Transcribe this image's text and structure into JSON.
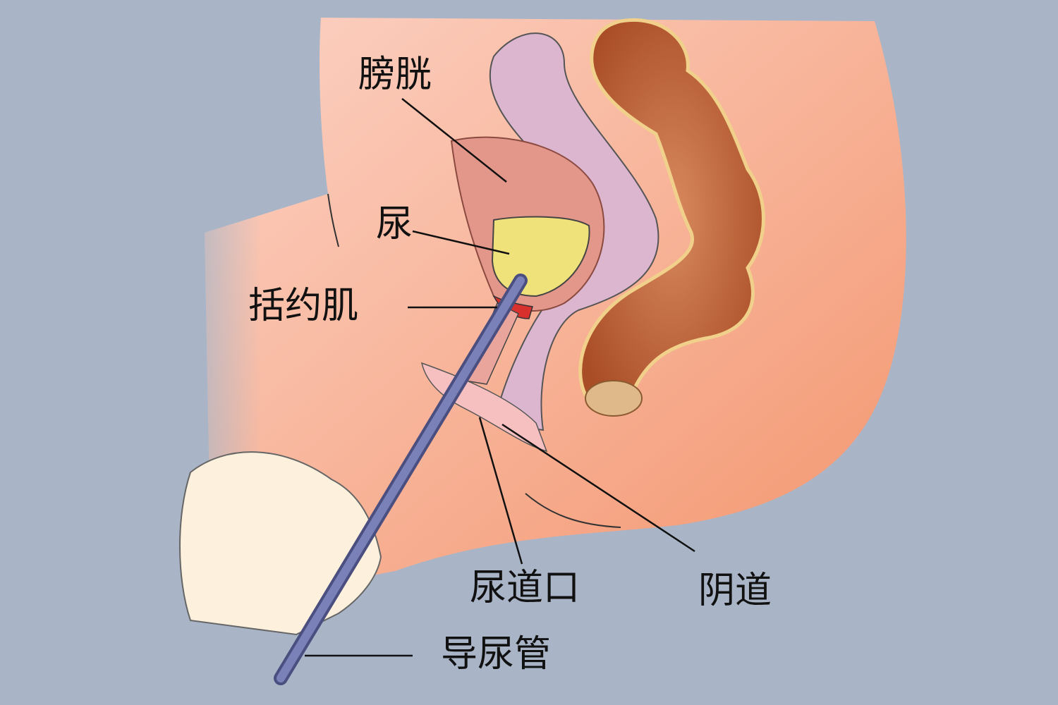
{
  "labels": {
    "bladder": "膀胱",
    "urine": "尿",
    "sphincter": "括约肌",
    "urethral_opening": "尿道口",
    "vagina": "阴道",
    "catheter": "导尿管"
  },
  "colors": {
    "background": "#a9b5c7",
    "skin": "#f5a585",
    "bladder": "#e3968a",
    "urine": "#f0e27a",
    "uterus": "#dcb6cf",
    "rectum": "#b4582f",
    "catheter": "#6a6fa0",
    "sphincter": "#d8302c"
  }
}
